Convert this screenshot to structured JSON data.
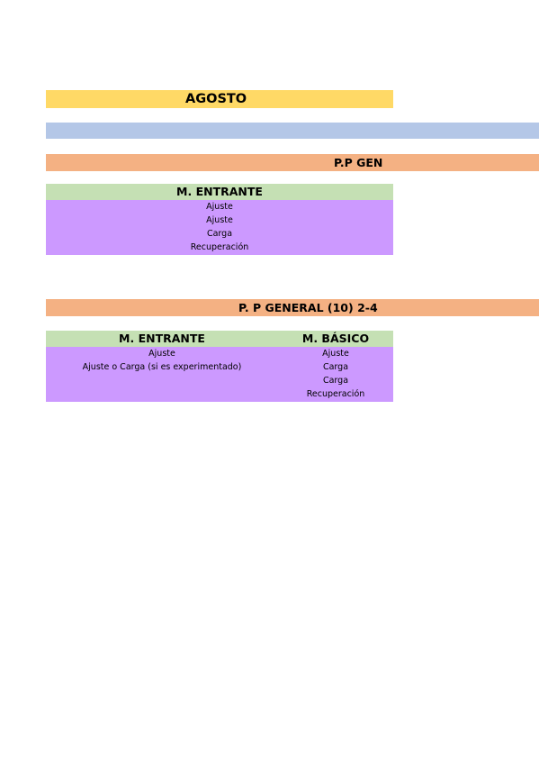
{
  "month_title": "AGOSTO",
  "section1": {
    "title": "P.P GEN",
    "column_header": "M. ENTRANTE",
    "items": [
      "Ajuste",
      "Ajuste",
      "Carga",
      "Recuperación"
    ]
  },
  "section2": {
    "title": "P. P GENERAL (10) 2-4",
    "columns": [
      {
        "header": "M. ENTRANTE",
        "items": [
          "Ajuste",
          "Ajuste o Carga (si es experimentado)"
        ]
      },
      {
        "header": "M. BÁSICO",
        "items": [
          "Ajuste",
          "Carga",
          "Carga",
          "Recuperación"
        ]
      }
    ]
  },
  "colors": {
    "month_band": "#ffd966",
    "blue_band": "#b4c7e7",
    "section_band": "#f4b183",
    "header_band": "#c5e0b4",
    "list_band": "#cc99ff"
  }
}
